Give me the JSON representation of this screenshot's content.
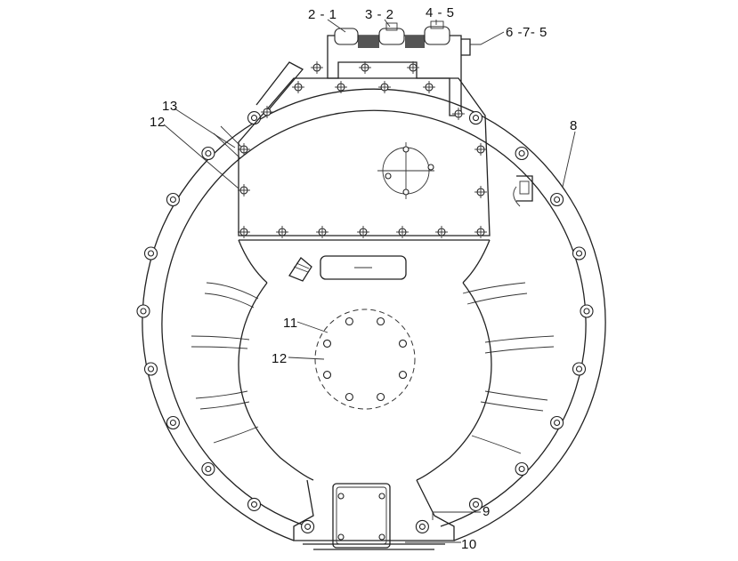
{
  "labels": {
    "l_2_1": "2 - 1",
    "l_3_2": "3 - 2",
    "l_4_5": "4 - 5",
    "l_6_7_5": "6 -7- 5",
    "l_8": "8",
    "l_9": "9",
    "l_10": "10",
    "l_11": "11",
    "l_12_top": "12",
    "l_12_mid": "12",
    "l_13": "13"
  }
}
